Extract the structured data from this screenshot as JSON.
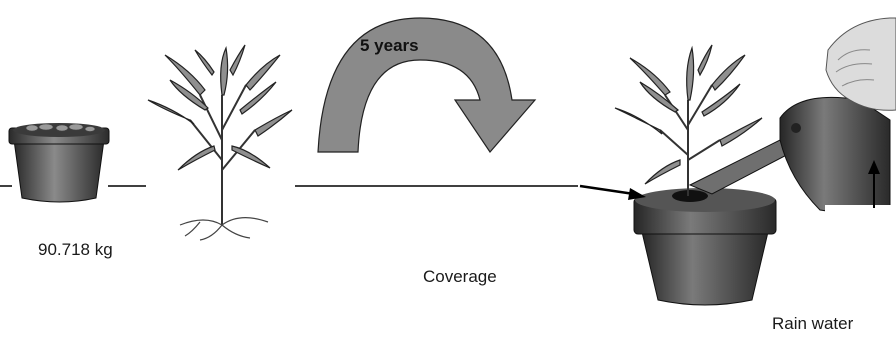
{
  "labels": {
    "soil_mass": "90.718 kg",
    "coverage": "Coverage",
    "rain_water": "Rain water",
    "duration": "5 years"
  }
}
